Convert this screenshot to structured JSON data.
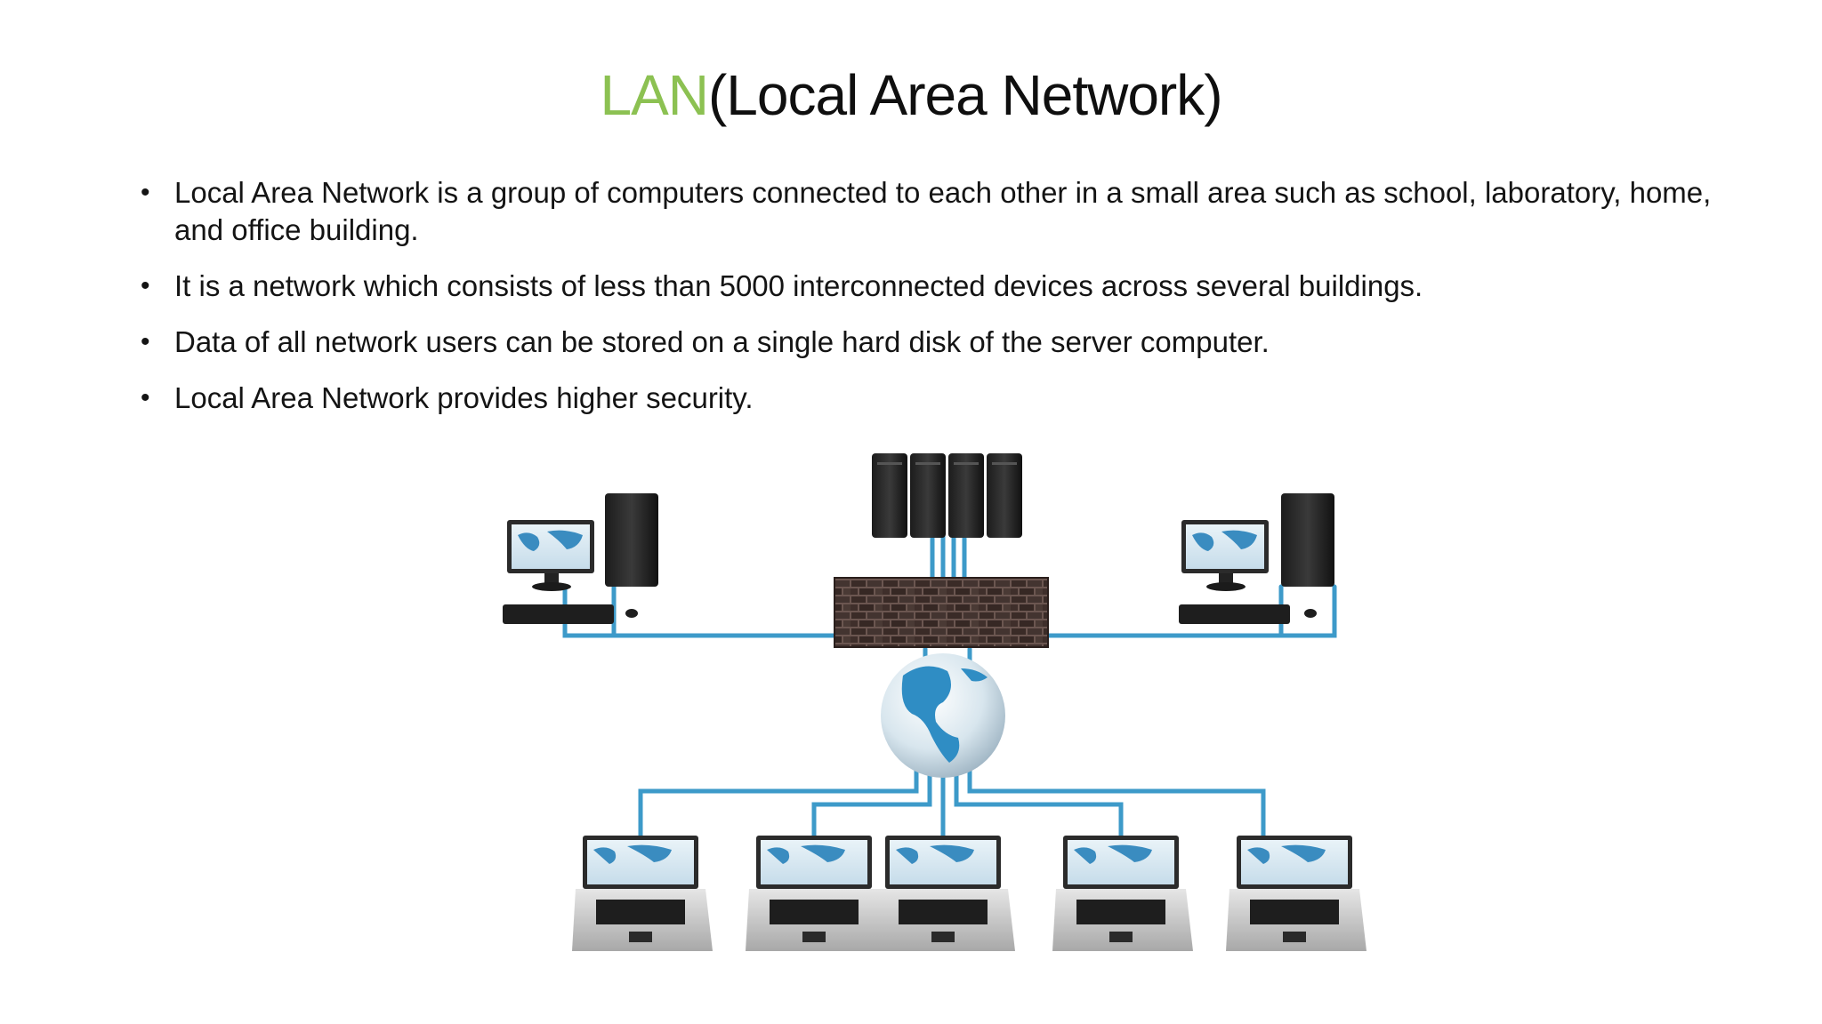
{
  "slide": {
    "title_accent": "LAN",
    "title_rest": "(Local Area Network)",
    "bullet_marker": "•",
    "bullets": [
      "Local Area Network is a group of computers connected to each other in a small area such as  school, laboratory, home, and office building.",
      "It is a network which consists of less than 5000 interconnected devices across several buildings.",
      "Data of all network users can be stored on a single hard disk of the server computer.",
      "Local Area Network provides higher security."
    ]
  },
  "colors": {
    "accent": "#8cc152",
    "text": "#141414",
    "cable": "#3d9ac9"
  },
  "illustration": {
    "icons": [
      "server-rack-icon",
      "desktop-computer-icon",
      "firewall-icon",
      "globe-icon",
      "laptop-icon"
    ]
  }
}
